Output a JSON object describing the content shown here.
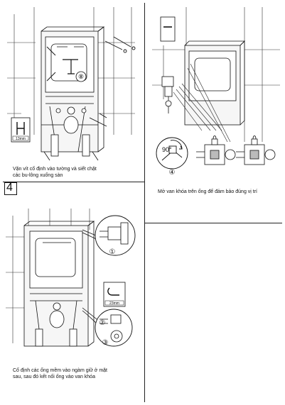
{
  "captions": {
    "step3_line1": "Vặn vít cố định vào tường và siết chặt",
    "step3_line2": "các bu-lông xuống sàn",
    "valve_caption": "Mở van khóa trên ống để đảm bảo đúng vị trí",
    "step4_line1": "Cố định các ống mềm vào ngàm giữ ở mặt",
    "step4_line2": "sau, sau đó kết nối ống vào van khóa"
  },
  "step_numbers": {
    "step4": "4"
  },
  "labels": {
    "marker_8": "⑧",
    "tool_13mm": "13mm",
    "angle_90": "90°",
    "circle_4": "④",
    "circle_1": "①",
    "circle_2": "②",
    "circle_3": "③",
    "tool_23mm": "23mm"
  }
}
